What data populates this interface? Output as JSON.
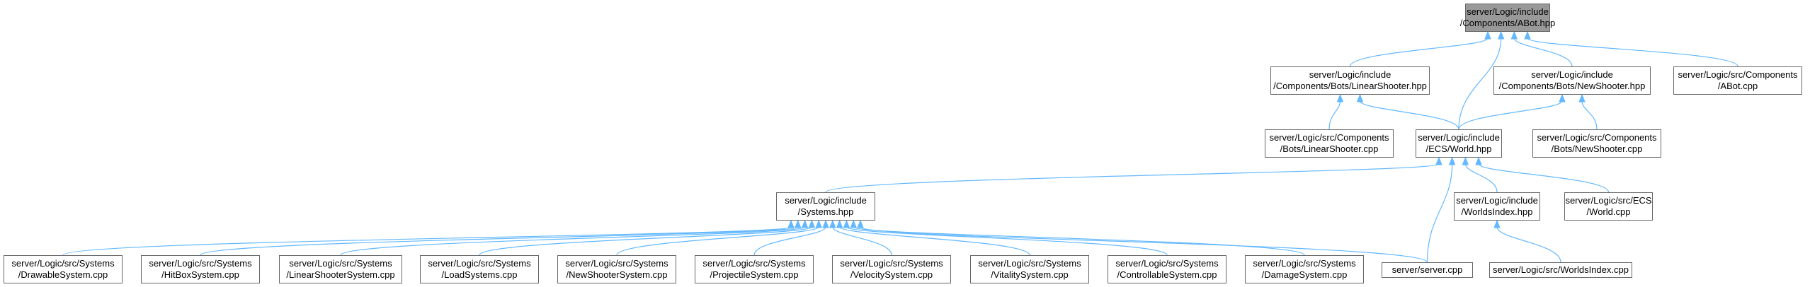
{
  "colors": {
    "edge": "#63B8FF",
    "node_border": "#666666",
    "root_fill": "#999999",
    "node_fill": "#ffffff"
  },
  "nodes": {
    "abot_hpp": {
      "line1": "server/Logic/include",
      "line2": "/Components/ABot.hpp"
    },
    "linear_shooter_hpp": {
      "line1": "server/Logic/include",
      "line2": "/Components/Bots/LinearShooter.hpp"
    },
    "new_shooter_hpp": {
      "line1": "server/Logic/include",
      "line2": "/Components/Bots/NewShooter.hpp"
    },
    "abot_cpp": {
      "line1": "server/Logic/src/Components",
      "line2": "/ABot.cpp"
    },
    "linear_shooter_cpp": {
      "line1": "server/Logic/src/Components",
      "line2": "/Bots/LinearShooter.cpp"
    },
    "world_hpp": {
      "line1": "server/Logic/include",
      "line2": "/ECS/World.hpp"
    },
    "new_shooter_cpp": {
      "line1": "server/Logic/src/Components",
      "line2": "/Bots/NewShooter.cpp"
    },
    "systems_hpp": {
      "line1": "server/Logic/include",
      "line2": "/Systems.hpp"
    },
    "worldsindex_hpp": {
      "line1": "server/Logic/include",
      "line2": "/WorldsIndex.hpp"
    },
    "world_cpp": {
      "line1": "server/Logic/src/ECS",
      "line2": "/World.cpp"
    },
    "drawable_cpp": {
      "line1": "server/Logic/src/Systems",
      "line2": "/DrawableSystem.cpp"
    },
    "hitbox_cpp": {
      "line1": "server/Logic/src/Systems",
      "line2": "/HitBoxSystem.cpp"
    },
    "linear_shooter_sys": {
      "line1": "server/Logic/src/Systems",
      "line2": "/LinearShooterSystem.cpp"
    },
    "load_systems_cpp": {
      "line1": "server/Logic/src/Systems",
      "line2": "/LoadSystems.cpp"
    },
    "new_shooter_sys": {
      "line1": "server/Logic/src/Systems",
      "line2": "/NewShooterSystem.cpp"
    },
    "projectile_cpp": {
      "line1": "server/Logic/src/Systems",
      "line2": "/ProjectileSystem.cpp"
    },
    "velocity_cpp": {
      "line1": "server/Logic/src/Systems",
      "line2": "/VelocitySystem.cpp"
    },
    "vitality_cpp": {
      "line1": "server/Logic/src/Systems",
      "line2": "/VitalitySystem.cpp"
    },
    "controllable_cpp": {
      "line1": "server/Logic/src/Systems",
      "line2": "/ControllableSystem.cpp"
    },
    "damage_cpp": {
      "line1": "server/Logic/src/Systems",
      "line2": "/DamageSystem.cpp"
    },
    "server_cpp": {
      "line1": "server/server.cpp",
      "line2": ""
    },
    "worldsindex_cpp": {
      "line1": "server/Logic/src/WorldsIndex.cpp",
      "line2": ""
    }
  },
  "edges": [
    {
      "from": "linear_shooter_hpp",
      "to": "abot_hpp"
    },
    {
      "from": "world_hpp",
      "to": "abot_hpp"
    },
    {
      "from": "new_shooter_hpp",
      "to": "abot_hpp"
    },
    {
      "from": "abot_cpp",
      "to": "abot_hpp"
    },
    {
      "from": "linear_shooter_cpp",
      "to": "linear_shooter_hpp"
    },
    {
      "from": "world_hpp",
      "to": "linear_shooter_hpp"
    },
    {
      "from": "world_hpp",
      "to": "new_shooter_hpp"
    },
    {
      "from": "new_shooter_cpp",
      "to": "new_shooter_hpp"
    },
    {
      "from": "systems_hpp",
      "to": "world_hpp"
    },
    {
      "from": "server_cpp",
      "to": "world_hpp"
    },
    {
      "from": "worldsindex_hpp",
      "to": "world_hpp"
    },
    {
      "from": "world_cpp",
      "to": "world_hpp"
    },
    {
      "from": "worldsindex_cpp",
      "to": "worldsindex_hpp"
    },
    {
      "from": "drawable_cpp",
      "to": "systems_hpp"
    },
    {
      "from": "hitbox_cpp",
      "to": "systems_hpp"
    },
    {
      "from": "linear_shooter_sys",
      "to": "systems_hpp"
    },
    {
      "from": "load_systems_cpp",
      "to": "systems_hpp"
    },
    {
      "from": "new_shooter_sys",
      "to": "systems_hpp"
    },
    {
      "from": "projectile_cpp",
      "to": "systems_hpp"
    },
    {
      "from": "velocity_cpp",
      "to": "systems_hpp"
    },
    {
      "from": "vitality_cpp",
      "to": "systems_hpp"
    },
    {
      "from": "controllable_cpp",
      "to": "systems_hpp"
    },
    {
      "from": "damage_cpp",
      "to": "systems_hpp"
    },
    {
      "from": "server_cpp",
      "to": "systems_hpp"
    }
  ]
}
